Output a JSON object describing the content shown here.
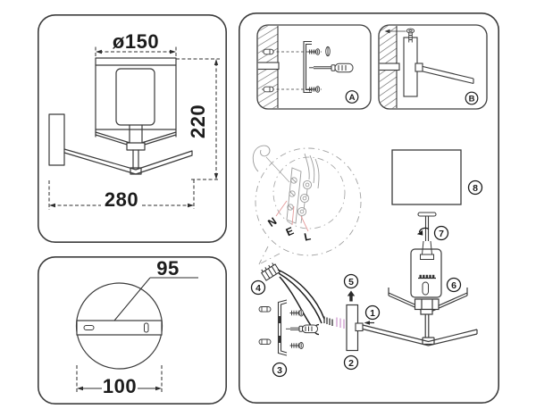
{
  "dimension_panel": {
    "diameter": "ø150",
    "height": "220",
    "width": "280"
  },
  "base_panel": {
    "hole_spacing": "95",
    "base_width": "100"
  },
  "assembly_panel": {
    "steps": {
      "a": "A",
      "b": "B"
    },
    "wires": {
      "neutral": "N",
      "earth": "E",
      "live": "L"
    },
    "parts": {
      "p1": "1",
      "p2": "2",
      "p3": "3",
      "p4": "4",
      "p5": "5",
      "p6": "6",
      "p7": "7",
      "p8": "8"
    }
  },
  "colors": {
    "line": "#3a3a3a",
    "panel_border": "#3d3d3d",
    "hatch": "#8a8a8a",
    "callout_gray": "#a0a0a0",
    "terminal_gray": "#9c9c9c",
    "leader_pink": "#e59a9a",
    "wire_end_violet": "#cf9ccf"
  }
}
